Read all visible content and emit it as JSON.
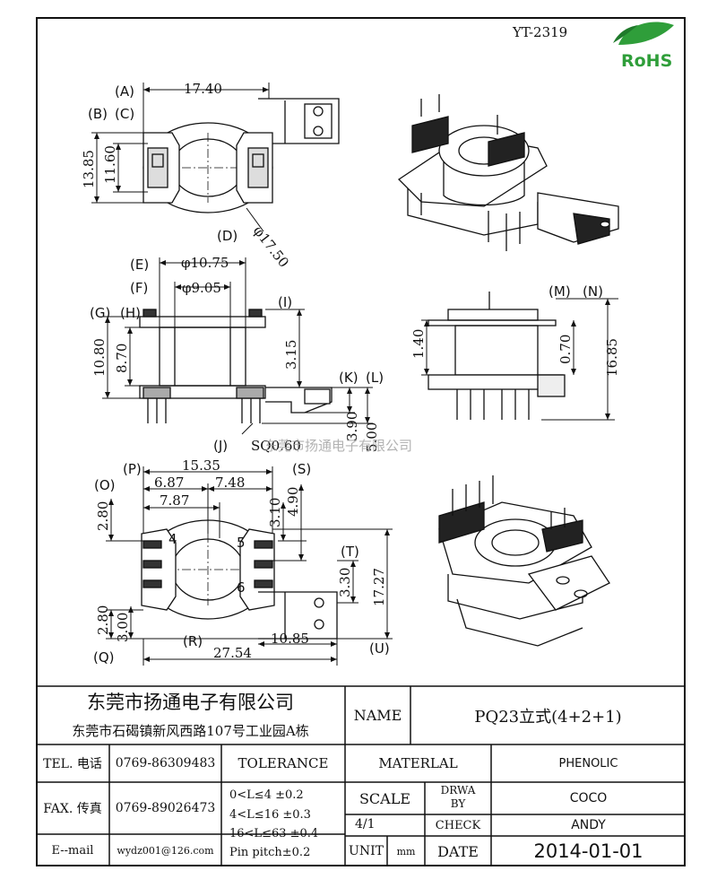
{
  "drawing": {
    "part_number": "YT-2319",
    "rohs_label": "RoHS",
    "watermark": "东莞市扬通电子有限公司",
    "top_view": {
      "A": "A",
      "B": "B",
      "C": "C",
      "D": "D",
      "dim_a": "17.40",
      "dim_b": "13.85",
      "dim_c": "11.60",
      "dim_d": "φ17.50"
    },
    "front_view": {
      "E": "E",
      "F": "F",
      "G": "G",
      "H": "H",
      "I": "I",
      "J": "J",
      "K": "K",
      "L": "L",
      "dim_e": "φ10.75",
      "dim_f": "φ9.05",
      "dim_g": "10.80",
      "dim_h": "8.70",
      "dim_i": "3.15",
      "dim_j": "SQ0.60",
      "dim_k": "3.90",
      "dim_l": "5.00"
    },
    "side_view": {
      "M": "M",
      "N": "N",
      "dim_m": "0.70",
      "dim_n": "16.85",
      "dim_left": "1.40"
    },
    "bottom_view": {
      "O": "O",
      "P": "P",
      "Q": "Q",
      "R": "R",
      "S": "S",
      "T": "T",
      "U": "U",
      "dim_p": "15.35",
      "dim_o1": "6.87",
      "dim_o2": "7.48",
      "dim_o3": "7.87",
      "dim_o": "2.80",
      "dim_s1": "3.10",
      "dim_s": "4.90",
      "dim_t": "3.30",
      "dim_u": "17.27",
      "dim_q1": "2.80",
      "dim_q": "3.00",
      "dim_r": "27.54",
      "dim_r2": "10.85",
      "pin_4": "4",
      "pin_5": "5",
      "pin_6": "6"
    }
  },
  "title_block": {
    "company": "东莞市扬通电子有限公司",
    "address": "东莞市石碣镇新风西路107号工业园A栋",
    "tel_label": "TEL. 电话",
    "tel_value": "0769-86309483",
    "fax_label": "FAX. 传真",
    "fax_value": "0769-89026473",
    "email_label": "E--mail",
    "email_value": "wydz001@126.com",
    "name_label": "NAME",
    "name_value": "PQ23立式(4+2+1)",
    "tolerance_label": "TOLERANCE",
    "tolerance_1": "0<L≤4   ±0.2",
    "tolerance_2": "4<L≤16  ±0.3",
    "tolerance_3": "16<L≤63 ±0.4",
    "tolerance_4": "Pin pitch±0.2",
    "material_label": "MATERLAL",
    "material_value": "PHENOLIC",
    "scale_label": "SCALE",
    "scale_value": "4/1",
    "drawn_label_1": "DRWA",
    "drawn_label_2": "BY",
    "drawn_value": "COCO",
    "check_label": "CHECK",
    "check_value": "ANDY",
    "unit_label": "UNIT",
    "unit_value": "mm",
    "date_label": "DATE",
    "date_value": "2014-01-01"
  }
}
